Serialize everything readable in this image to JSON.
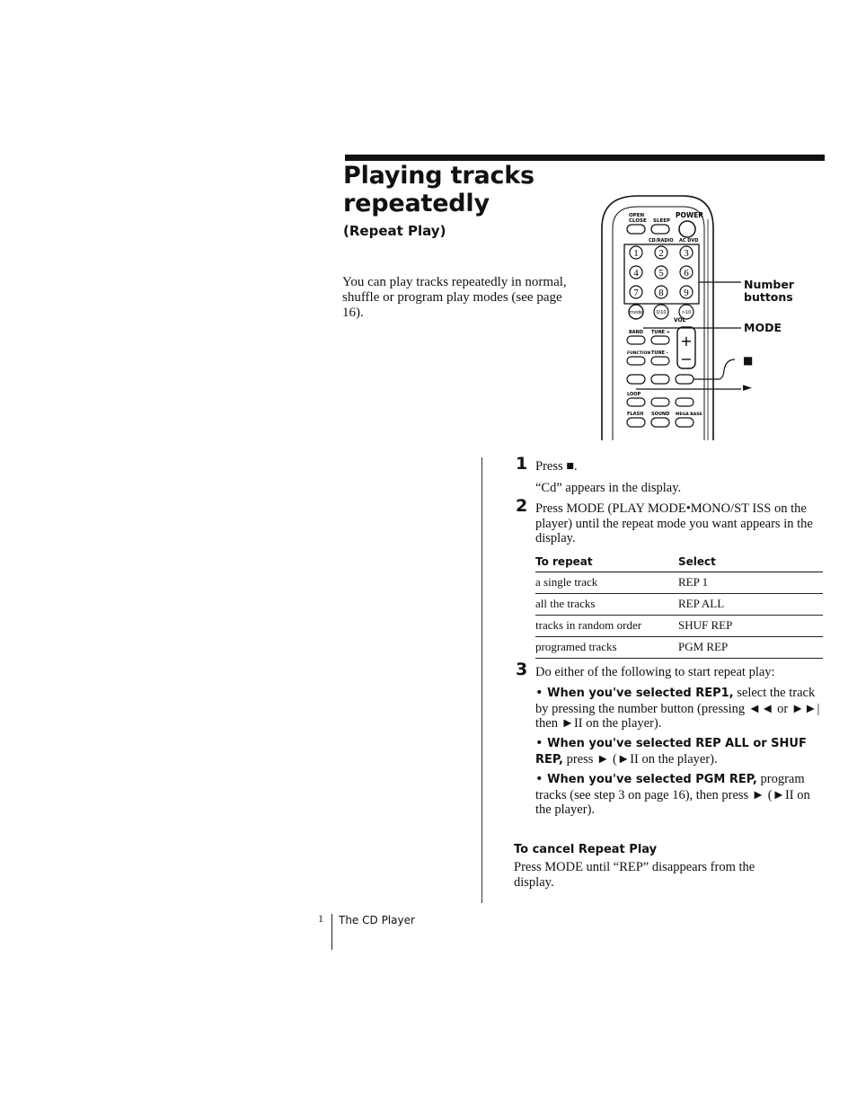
{
  "heading": {
    "title_line1": "Playing tracks",
    "title_line2": "repeatedly",
    "subtitle": "(Repeat Play)"
  },
  "intro": "You can play tracks repeatedly in normal, shuffle or program play modes (see page 16).",
  "remote": {
    "top_labels": {
      "open_close_1": "OPEN",
      "open_close_2": "CLOSE",
      "sleep": "SLEEP",
      "power": "POWER",
      "cd_radio": "CD/RADIO",
      "ac_dvd": "AC DVD"
    },
    "numbers": [
      "1",
      "2",
      "3",
      "4",
      "5",
      "6",
      "7",
      "8",
      "9"
    ],
    "row_labels": [
      "mode",
      "0/10",
      ">10"
    ],
    "band": "BAND",
    "tune_plus": "TUNE +",
    "function": "FUNCTION",
    "tune_minus": "TUNE -",
    "vol": "VOL",
    "loop": "LOOP",
    "flash": "FLASH",
    "sound": "SOUND",
    "mega_bass": "MEGA BASS",
    "callouts": {
      "number_buttons_1": "Number",
      "number_buttons_2": "buttons",
      "mode": "MODE",
      "stop_symbol": "■",
      "play_symbol": "►"
    }
  },
  "steps": [
    {
      "num": "1",
      "lines": [
        "Press ■.",
        "“Cd” appears in the display."
      ]
    },
    {
      "num": "2",
      "text": "Press MODE (PLAY MODE•MONO/ST ISS on the player) until the repeat mode you want appears in the display."
    },
    {
      "num": "3",
      "text": "Do either of the following to start repeat play:"
    }
  ],
  "table": {
    "headers": [
      "To repeat",
      "Select"
    ],
    "rows": [
      [
        "a single track",
        "REP 1"
      ],
      [
        "all the tracks",
        "REP ALL"
      ],
      [
        "tracks in random order",
        "SHUF REP"
      ],
      [
        "programed tracks",
        "PGM REP"
      ]
    ]
  },
  "bullets": [
    {
      "bold": "When you've selected REP1,",
      "text": " select the track by pressing the number button (pressing ◄◄ or ►►| then ►II on the player)."
    },
    {
      "bold": "When you've selected REP ALL or SHUF REP,",
      "text": " press ► (►II on the player)."
    },
    {
      "bold": "When you've selected PGM REP,",
      "text": " program tracks (see step 3 on page 16), then press ► (►II on the player)."
    }
  ],
  "cancel": {
    "heading": "To cancel Repeat Play",
    "text": "Press MODE until “REP” disappears from the display."
  },
  "footer": {
    "page": "1",
    "section": "The CD Player"
  }
}
